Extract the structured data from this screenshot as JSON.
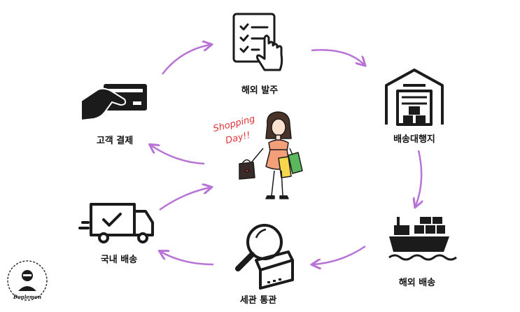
{
  "steps": [
    {
      "label": "해외 발주",
      "icon": "checklist-hand-icon"
    },
    {
      "label": "배송대행지",
      "icon": "warehouse-icon"
    },
    {
      "label": "해외 배송",
      "icon": "cargo-ship-icon"
    },
    {
      "label": "세관 통관",
      "icon": "customs-inspection-icon"
    },
    {
      "label": "국내 배송",
      "icon": "delivery-truck-icon"
    },
    {
      "label": "고객 결제",
      "icon": "card-payment-icon"
    }
  ],
  "center": {
    "line1": "Shopping",
    "line2": "Day!!"
  },
  "brand": {
    "name": "Donlemon"
  },
  "colors": {
    "arrow": "#b873d6",
    "icon": "#1b1b1b",
    "accent": "#e5323a"
  }
}
